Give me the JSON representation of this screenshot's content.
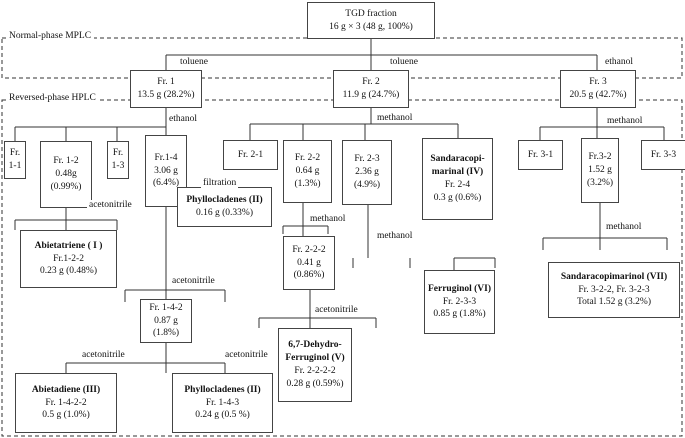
{
  "phases": {
    "normal": "Normal-phase MPLC",
    "reversed": "Reversed-phase HPLC"
  },
  "nodes": {
    "tgd": [
      "TGD fraction",
      "16 g × 3 (48 g, 100%)"
    ],
    "fr1": [
      "Fr. 1",
      "13.5 g (28.2%)"
    ],
    "fr2": [
      "Fr. 2",
      "11.9 g (24.7%)"
    ],
    "fr3": [
      "Fr. 3",
      "20.5 g (42.7%)"
    ],
    "fr1_1": [
      "Fr.",
      "1-1"
    ],
    "fr1_2": [
      "Fr. 1-2",
      "0.48g",
      "(0.99%)"
    ],
    "fr1_3": [
      "Fr.",
      "1-3"
    ],
    "fr1_4": [
      "Fr.1-4",
      "3.06 g",
      "(6.4%)"
    ],
    "abietatriene": [
      "Abietatriene ( I )",
      "Fr.1-2-2",
      "0.23 g (0.48%)"
    ],
    "phyllocladenes_ii_a": [
      "Phyllocladenes (II)",
      "0.16 g (0.33%)"
    ],
    "fr1_4_2": [
      "Fr. 1-4-2",
      "0.87 g",
      "(1.8%)"
    ],
    "abietadiene": [
      "Abietadiene (III)",
      "Fr. 1-4-2-2",
      "0.5 g (1.0%)"
    ],
    "phyllocladenes_ii_b": [
      "Phyllocladenes (II)",
      "Fr. 1-4-3",
      "0.24 g (0.5 %)"
    ],
    "fr2_1": [
      "Fr. 2-1"
    ],
    "fr2_2": [
      "Fr. 2-2",
      "0.64 g",
      "(1.3%)"
    ],
    "fr2_3": [
      "Fr. 2-3",
      "2.36 g",
      "(4.9%)"
    ],
    "sandaracopimarinal": [
      "Sandaracopi-",
      "marinal (IV)",
      "Fr. 2-4",
      "0.3 g (0.6%)"
    ],
    "fr2_2_2": [
      "Fr. 2-2-2",
      "0.41 g",
      "(0.86%)"
    ],
    "ferruginol": [
      "Ferruginol (VI)",
      "Fr. 2-3-3",
      "0.85 g (1.8%)"
    ],
    "dehydroferruginol": [
      "6,7-Dehydro-",
      "Ferruginol (V)",
      "Fr. 2-2-2-2",
      "0.28 g (0.59%)"
    ],
    "fr3_1": [
      "Fr. 3-1"
    ],
    "fr3_2": [
      "Fr.3-2",
      "1.52 g",
      "(3.2%)"
    ],
    "fr3_3": [
      "Fr. 3-3"
    ],
    "sandaracopimarinol": [
      "Sandaracopimarinol (VII)",
      "Fr. 3-2-2, Fr. 3-2-3",
      "Total 1.52 g (3.2%)"
    ]
  },
  "bold_lines": {
    "abietatriene": [
      0
    ],
    "phyllocladenes_ii_a": [
      0
    ],
    "abietadiene": [
      0
    ],
    "phyllocladenes_ii_b": [
      0
    ],
    "sandaracopimarinal": [
      0,
      1
    ],
    "ferruginol": [
      0
    ],
    "dehydroferruginol": [
      0,
      1
    ],
    "sandaracopimarinol": [
      0
    ]
  },
  "edge_labels": {
    "toluene_1": "toluene",
    "toluene_2": "toluene",
    "ethanol_1": "ethanol",
    "ethanol_2": "ethanol",
    "methanol_1": "methanol",
    "methanol_2": "methanol",
    "methanol_3": "methanol",
    "methanol_4": "methanol",
    "methanol_5": "methanol",
    "acetonitrile_1": "acetonitrile",
    "acetonitrile_2": "acetonitrile",
    "acetonitrile_3": "acetonitrile",
    "acetonitrile_4": "acetonitrile",
    "acetonitrile_5": "acetonitrile",
    "filtration": "filtration"
  }
}
